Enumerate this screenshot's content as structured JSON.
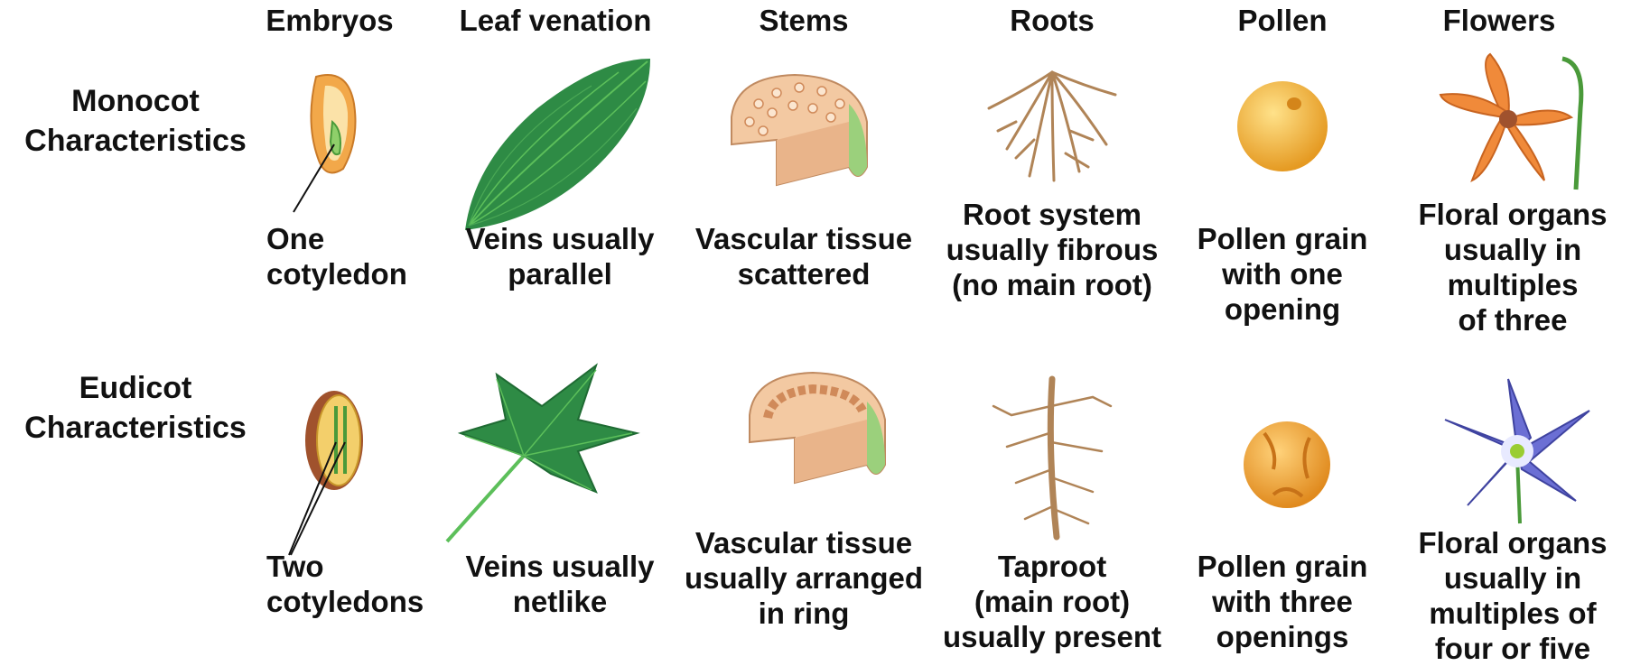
{
  "headers": [
    "Embryos",
    "Leaf venation",
    "Stems",
    "Roots",
    "Pollen",
    "Flowers"
  ],
  "rows": [
    {
      "label": [
        "Monocot",
        "Characteristics"
      ],
      "captions": [
        [
          "One",
          "cotyledon"
        ],
        [
          "Veins usually",
          "parallel"
        ],
        [
          "Vascular tissue",
          "scattered"
        ],
        [
          "Root system",
          "usually fibrous",
          "(no main root)"
        ],
        [
          "Pollen grain",
          "with one",
          "opening"
        ],
        [
          "Floral organs",
          "usually in",
          "multiples",
          "of three"
        ]
      ]
    },
    {
      "label": [
        "Eudicot",
        "Characteristics"
      ],
      "captions": [
        [
          "Two",
          "cotyledons"
        ],
        [
          "Veins usually",
          "netlike"
        ],
        [
          "Vascular tissue",
          "usually arranged",
          "in ring"
        ],
        [
          "Taproot",
          "(main root)",
          "usually present"
        ],
        [
          "Pollen grain",
          "with three",
          "openings"
        ],
        [
          "Floral organs",
          "usually in",
          "multiples of",
          "four or five"
        ]
      ]
    }
  ],
  "colors": {
    "leaf_green": "#2e8b45",
    "leaf_light": "#5cbf5a",
    "stem_tan": "#f3c9a2",
    "stem_rind": "#9bd07c",
    "root_brown": "#b08457",
    "pollen_orange": "#f0b43a",
    "monocot_flower": "#f08a3a",
    "eudicot_flower": "#6b6fd4"
  }
}
